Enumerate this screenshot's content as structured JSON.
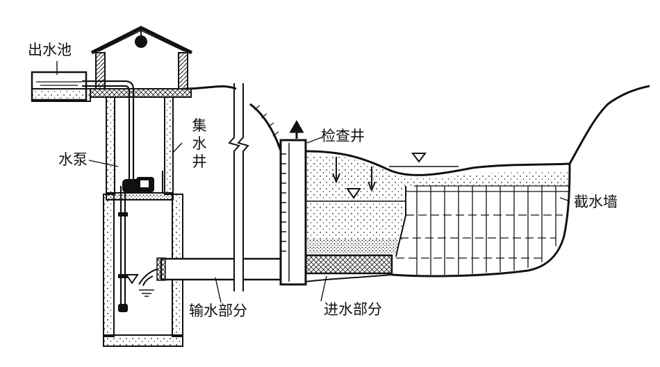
{
  "labels": {
    "outlet_pool": "出水池",
    "pump": "水泵",
    "collection_well": "集水井",
    "inspection_well": "检查井",
    "cutoff_wall": "截水墙",
    "conveyance_part": "输水部分",
    "intake_part": "进水部分"
  },
  "colors": {
    "ink": "#111111",
    "background": "#ffffff"
  },
  "icons": {
    "water_level": "inverted-triangle",
    "seepage": "down-arrow",
    "vent": "up-arrow"
  }
}
